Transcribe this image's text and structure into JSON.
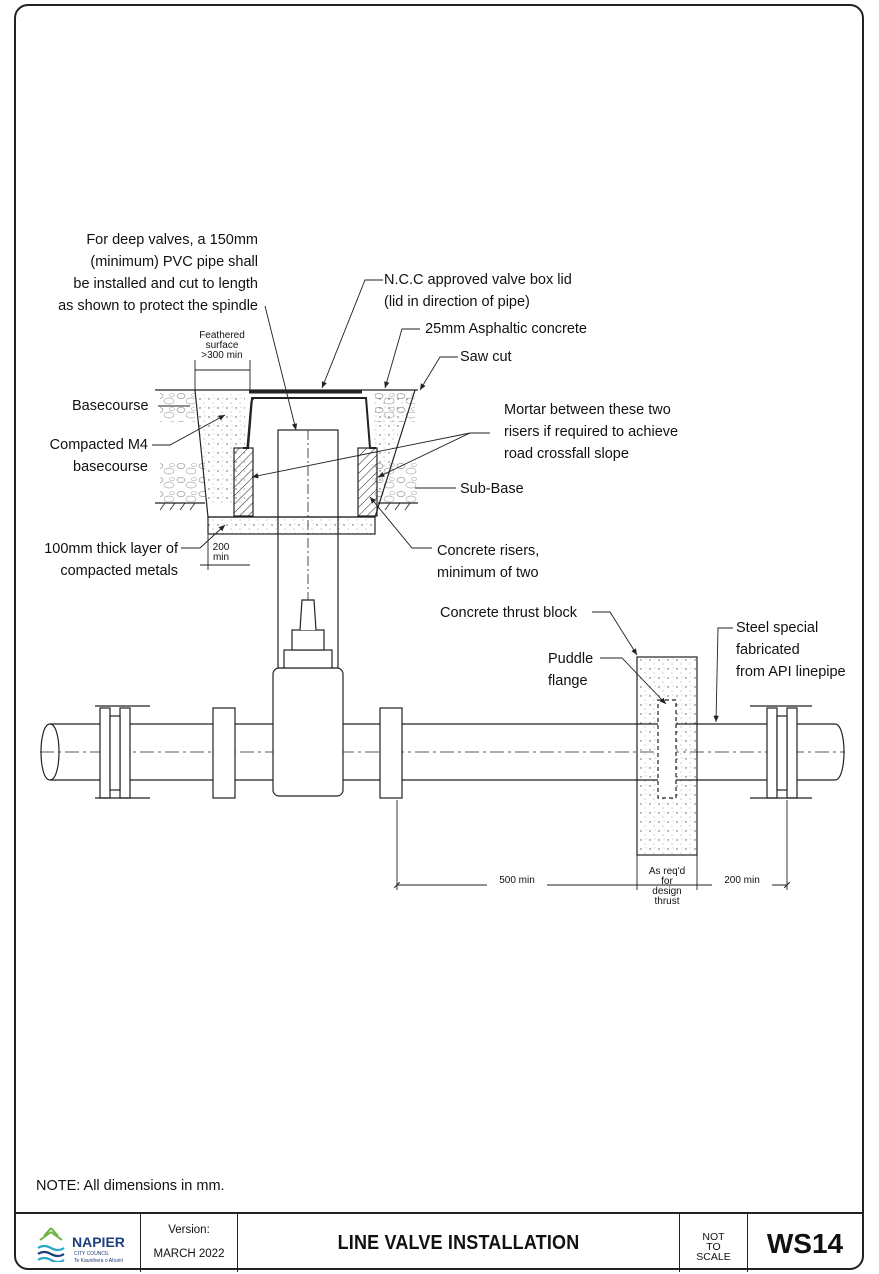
{
  "labels": {
    "pvc_note": [
      "For deep valves, a 150mm",
      "(minimum) PVC pipe shall",
      "be installed and cut to length",
      "as shown to protect the spindle"
    ],
    "lid": [
      "N.C.C approved valve box lid",
      "(lid in direction of pipe)"
    ],
    "asphalt": "25mm Asphaltic concrete",
    "saw_cut": "Saw cut",
    "feathered": [
      "Feathered",
      "surface",
      ">300 min"
    ],
    "basecourse": "Basecourse",
    "compacted": [
      "Compacted M4",
      "basecourse"
    ],
    "mortar": [
      "Mortar between these two",
      "risers if required to achieve",
      "road crossfall slope"
    ],
    "sub_base": "Sub-Base",
    "metals": [
      "100mm thick layer of",
      "compacted metals"
    ],
    "dim_200_min_top": [
      "200",
      "min"
    ],
    "risers": [
      "Concrete risers,",
      "minimum of two"
    ],
    "thrust_block": "Concrete thrust block",
    "steel": [
      "Steel special",
      "fabricated",
      "from API linepipe"
    ],
    "puddle": [
      "Puddle",
      "flange"
    ],
    "dim_500": "500 min",
    "dim_asreq": [
      "As req'd",
      "for",
      "design",
      "thrust"
    ],
    "dim_200_bottom": "200 min"
  },
  "note": "NOTE:  All dimensions in mm.",
  "title_block": {
    "logo_name": "NAPIER",
    "logo_sub1": "CITY COUNCIL",
    "logo_sub2": "Te Kaunihera o Ahuriri",
    "version_label": "Version:",
    "version_date": "MARCH 2022",
    "title": "LINE VALVE INSTALLATION",
    "scale": [
      "NOT",
      "TO",
      "SCALE"
    ],
    "sheet_no": "WS14"
  },
  "colors": {
    "line": "#222222",
    "logo_blue": "#1d3f7a",
    "logo_teal": "#2aa6c9",
    "logo_green": "#6cb33f"
  }
}
